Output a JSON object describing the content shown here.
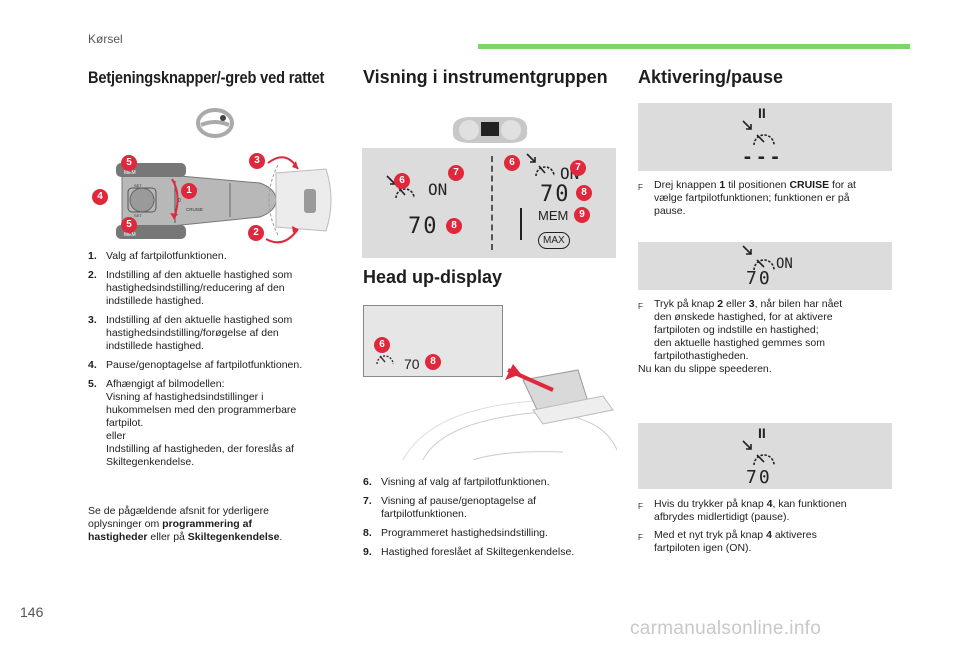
{
  "header": {
    "section": "Kørsel"
  },
  "page_number": "146",
  "watermark": "carmanualsonline.info",
  "col1": {
    "title": "Betjeningsknapper/-greb ved rattet",
    "figure_badges": [
      "5",
      "4",
      "5",
      "3",
      "1",
      "2"
    ],
    "stalk_labels": [
      "MEM",
      "LIMIT",
      "SET",
      "SET",
      "MEM",
      "CRUISE",
      "0"
    ],
    "items": [
      {
        "num": "1.",
        "text": "Valg af fartpilotfunktionen."
      },
      {
        "num": "2.",
        "text": "Indstilling af den aktuelle hastighed som\nhastighedsindstilling/reducering af den\nindstillede hastighed."
      },
      {
        "num": "3.",
        "text": "Indstilling af den aktuelle hastighed som\nhastighedsindstilling/forøgelse af den\nindstillede hastighed."
      },
      {
        "num": "4.",
        "text": "Pause/genoptagelse af fartpilotfunktionen."
      },
      {
        "num": "5.",
        "text": "Afhængigt af bilmodellen:\nVisning af hastighedsindstillinger i\nhukommelsen med den programmerbare\nfartpilot.\neller\nIndstilling af hastigheden, der foreslås af\nSkiltegenkendelse."
      }
    ],
    "note_prefix": "Se de pågældende afsnit for yderligere\noplysninger om ",
    "note_bold1": "programmering af\nhastigheder",
    "note_mid": " eller på ",
    "note_bold2": "Skiltegenkendelse",
    "note_end": "."
  },
  "col2": {
    "title": "Visning i instrumentgruppen",
    "display_left": {
      "status": "ON",
      "speed": "70",
      "badges": [
        "6",
        "7",
        "8"
      ]
    },
    "display_right": {
      "status": "ON",
      "speed": "70",
      "mem": "MEM",
      "max": "MAX",
      "badges": [
        "6",
        "7",
        "8",
        "9"
      ]
    },
    "hud_title": "Head up-display",
    "hud": {
      "speed": "70",
      "badges": [
        "6",
        "8"
      ]
    },
    "items": [
      {
        "num": "6.",
        "text": "Visning af valg af fartpilotfunktionen."
      },
      {
        "num": "7.",
        "text": "Visning af pause/genoptagelse af\nfartpilotfunktionen."
      },
      {
        "num": "8.",
        "text": "Programmeret hastighedsindstilling."
      },
      {
        "num": "9.",
        "text": "Hastighed foreslået af Skiltegenkendelse."
      }
    ]
  },
  "col3": {
    "title": "Aktivering/pause",
    "panel1": {
      "pause": "II",
      "speed": "---"
    },
    "step1": {
      "pre": "Drej knappen ",
      "b1": "1",
      "mid": " til positionen ",
      "b2": "CRUISE",
      "post": " for at\nvælge fartpilotfunktionen; funktionen er på\npause."
    },
    "panel2": {
      "status": "ON",
      "speed": "70"
    },
    "step2": {
      "pre": "Tryk på knap ",
      "b1": "2",
      "mid": " eller ",
      "b2": "3",
      "post": ", når bilen har nået\nden ønskede hastighed, for at aktivere\nfartpiloten og indstille en hastighed;\nden aktuelle hastighed gemmes som\nfartpilothastigheden."
    },
    "step2_after": "Nu kan du slippe speederen.",
    "panel3": {
      "pause": "II",
      "speed": "70"
    },
    "step3": {
      "pre": "Hvis du trykker på knap ",
      "b1": "4",
      "post": ", kan funktionen\nafbrydes midlertidigt (pause)."
    },
    "step4": {
      "pre": "Med et nyt tryk på knap ",
      "b1": "4",
      "post": " aktiveres\nfartpiloten igen (ON)."
    },
    "bullet": "F"
  },
  "colors": {
    "accent_green": "#7ed56b",
    "badge_red": "#e0283c",
    "panel_gray": "#dcdcdc"
  }
}
